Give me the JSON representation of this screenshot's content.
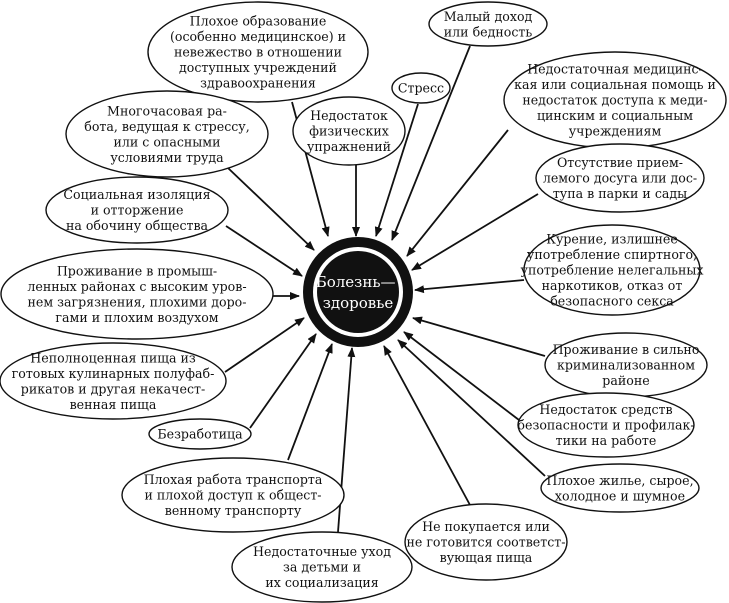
{
  "center": {
    "lines": [
      "Болезнь—",
      "здоровье"
    ]
  },
  "factors": [
    {
      "id": "poor-education",
      "lines": [
        "Плохое образование",
        "(особенно медицинское) и",
        "невежество в отношении",
        "доступных учреждений",
        "здравоохранения"
      ]
    },
    {
      "id": "low-income",
      "lines": [
        "Малый доход",
        "или бедность"
      ]
    },
    {
      "id": "stress",
      "lines": [
        "Стресс"
      ]
    },
    {
      "id": "lack-of-exercise",
      "lines": [
        "Недостаток",
        "физических",
        "упражнений"
      ]
    },
    {
      "id": "long-hours-work",
      "lines": [
        "Многочасовая ра-",
        "бота, ведущая к стрессу,",
        "или с опасными",
        "условиями труда"
      ]
    },
    {
      "id": "insufficient-medical-help",
      "lines": [
        "Недостаточная медицинс-",
        "кая или социальная помощь и",
        "недостаток доступа к меди-",
        "цинским и социальным",
        "учреждениям"
      ]
    },
    {
      "id": "lack-of-leisure",
      "lines": [
        "Отсутствие прием-",
        "лемого досуга или дос-",
        "тупа в парки и сады"
      ]
    },
    {
      "id": "social-isolation",
      "lines": [
        "Социальная изоляция",
        "и отторжение",
        "на обочину общества"
      ]
    },
    {
      "id": "smoking-alcohol-drugs",
      "lines": [
        "Курение, излишнее",
        "употребление спиртного,",
        "употребление нелегальных",
        "наркотиков, отказ от",
        "безопасного секса"
      ]
    },
    {
      "id": "industrial-areas",
      "lines": [
        "Проживание в промыш-",
        "ленных районах с высоким уров-",
        "нем загрязнения, плохими доро-",
        "гами и плохим воздухом"
      ]
    },
    {
      "id": "criminal-area",
      "lines": [
        "Проживание в сильно",
        "криминализованном",
        "районе"
      ]
    },
    {
      "id": "poor-food",
      "lines": [
        "Неполноценная пища из",
        "готовых кулинарных полуфаб-",
        "рикатов и другая некачест-",
        "венная пища"
      ]
    },
    {
      "id": "workplace-safety",
      "lines": [
        "Недостаток средств",
        "безопасности и профилак-",
        "тики на работе"
      ]
    },
    {
      "id": "unemployment",
      "lines": [
        "Безработица"
      ]
    },
    {
      "id": "poor-housing",
      "lines": [
        "Плохое жилье, сырое,",
        "холодное и шумное"
      ]
    },
    {
      "id": "poor-transport",
      "lines": [
        "Плохая работа транспорта",
        "и плохой доступ к общест-",
        "венному транспорту"
      ]
    },
    {
      "id": "no-proper-food",
      "lines": [
        "Не покупается или",
        "не готовится соответст-",
        "вующая пища"
      ]
    },
    {
      "id": "child-care",
      "lines": [
        "Недостаточные уход",
        "за детьми и",
        "их социализация"
      ]
    }
  ]
}
